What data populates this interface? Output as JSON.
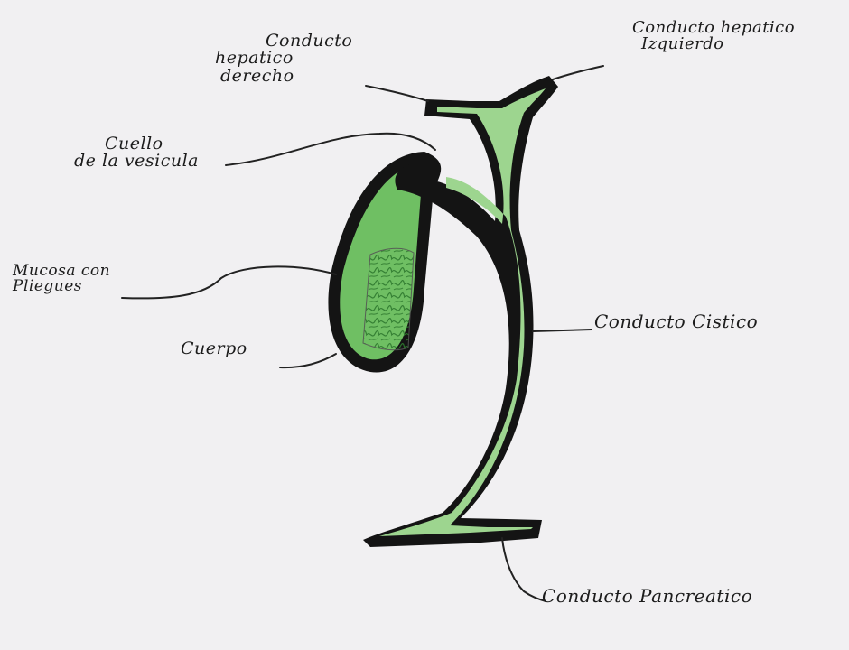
{
  "colors": {
    "paper": "#f1f0f2",
    "ink": "#141414",
    "fill_light": "#9dd58f",
    "fill_mid": "#6fbf63",
    "fill_dark": "#3f8f3c"
  },
  "labels": {
    "hepatic_right": [
      "Conducto",
      "hepatico",
      "derecho"
    ],
    "hepatic_left": [
      "Conducto hepatico",
      "Izquierdo"
    ],
    "neck": [
      "Cuello",
      "de la vesicula"
    ],
    "mucosa": [
      "Mucosa con",
      "Pliegues"
    ],
    "body": [
      "Cuerpo"
    ],
    "cystic": [
      "Conducto Cistico"
    ],
    "pancreatic": [
      "Conducto Pancreatico"
    ]
  }
}
